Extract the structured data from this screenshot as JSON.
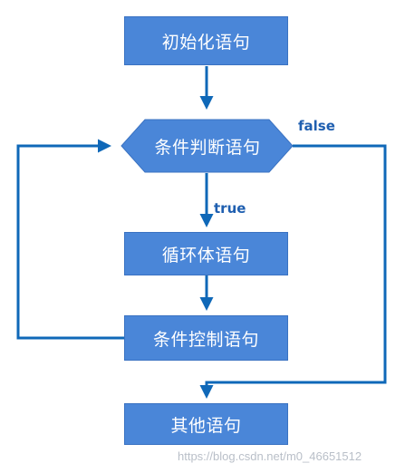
{
  "nodes": {
    "init": "初始化语句",
    "condition": "条件判断语句",
    "loop_body": "循环体语句",
    "control": "条件控制语句",
    "other": "其他语句"
  },
  "edges": {
    "false_label": "false",
    "true_label": "true"
  },
  "watermark": "https://blog.csdn.net/m0_46651512",
  "colors": {
    "node_fill": "#4a86d8",
    "line": "#0f68b8",
    "label": "#1f5fb0"
  }
}
